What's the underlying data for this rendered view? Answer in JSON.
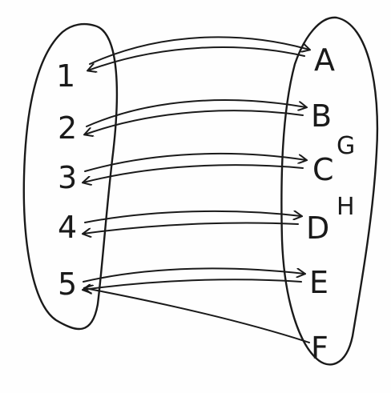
{
  "diagram": {
    "domain_set": [
      "1",
      "2",
      "3",
      "4",
      "5"
    ],
    "codomain_set": [
      "A",
      "B",
      "C",
      "D",
      "E",
      "F"
    ],
    "extra_labels": [
      "G",
      "H"
    ],
    "mappings": [
      {
        "from": "1",
        "to": "A",
        "bidirectional": true
      },
      {
        "from": "2",
        "to": "B",
        "bidirectional": true
      },
      {
        "from": "3",
        "to": "C",
        "bidirectional": true
      },
      {
        "from": "4",
        "to": "D",
        "bidirectional": true
      },
      {
        "from": "5",
        "to": "E",
        "bidirectional": true
      },
      {
        "from": "F",
        "to": "5",
        "bidirectional": false
      }
    ],
    "stroke_color": "#1a1a1a",
    "background_color": "#fefefe"
  }
}
